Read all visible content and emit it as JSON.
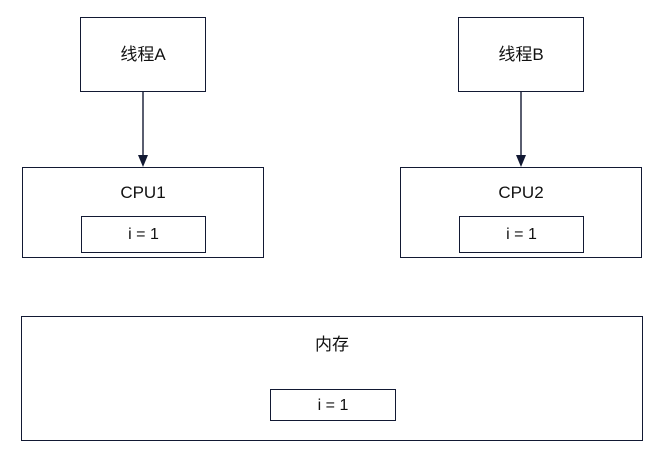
{
  "diagram": {
    "title": "CPU cache and memory visibility diagram",
    "stroke_color": "#121933",
    "text_color": "#111111",
    "background_color": "#ffffff",
    "nodes": {
      "thread_a": {
        "label": "线程A"
      },
      "thread_b": {
        "label": "线程B"
      },
      "cpu1": {
        "label": "CPU1",
        "value": "i = 1"
      },
      "cpu2": {
        "label": "CPU2",
        "value": "i = 1"
      },
      "memory": {
        "label": "内存",
        "value": "i = 1"
      }
    },
    "edges": [
      {
        "name": "thread-a-to-cpu1",
        "from": "线程A",
        "to": "CPU1",
        "style": "solid-arrow-down"
      },
      {
        "name": "thread-b-to-cpu2",
        "from": "线程B",
        "to": "CPU2",
        "style": "solid-arrow-down"
      }
    ]
  }
}
